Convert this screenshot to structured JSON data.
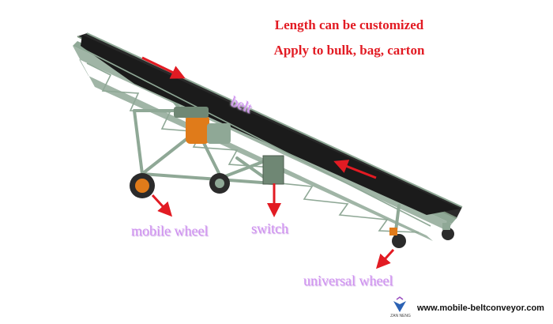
{
  "headline": {
    "line1": "Length can be customized",
    "line2": "Apply to bulk, bag, carton"
  },
  "labels": {
    "belt": "belt",
    "mobile_wheel": "mobile wheel",
    "switch": "switch",
    "universal_wheel": "universal wheel"
  },
  "branding": {
    "logo_text": "ZAN NENG",
    "website": "www.mobile-beltconveyor.com"
  },
  "colors": {
    "headline": "#e21b23",
    "arrow": "#e21b23",
    "label": "#ce8ff0",
    "frame": "#8fa896",
    "belt": "#1b1b1b",
    "motor": "#e07b1a",
    "wheel_hub": "#e07b1a"
  }
}
